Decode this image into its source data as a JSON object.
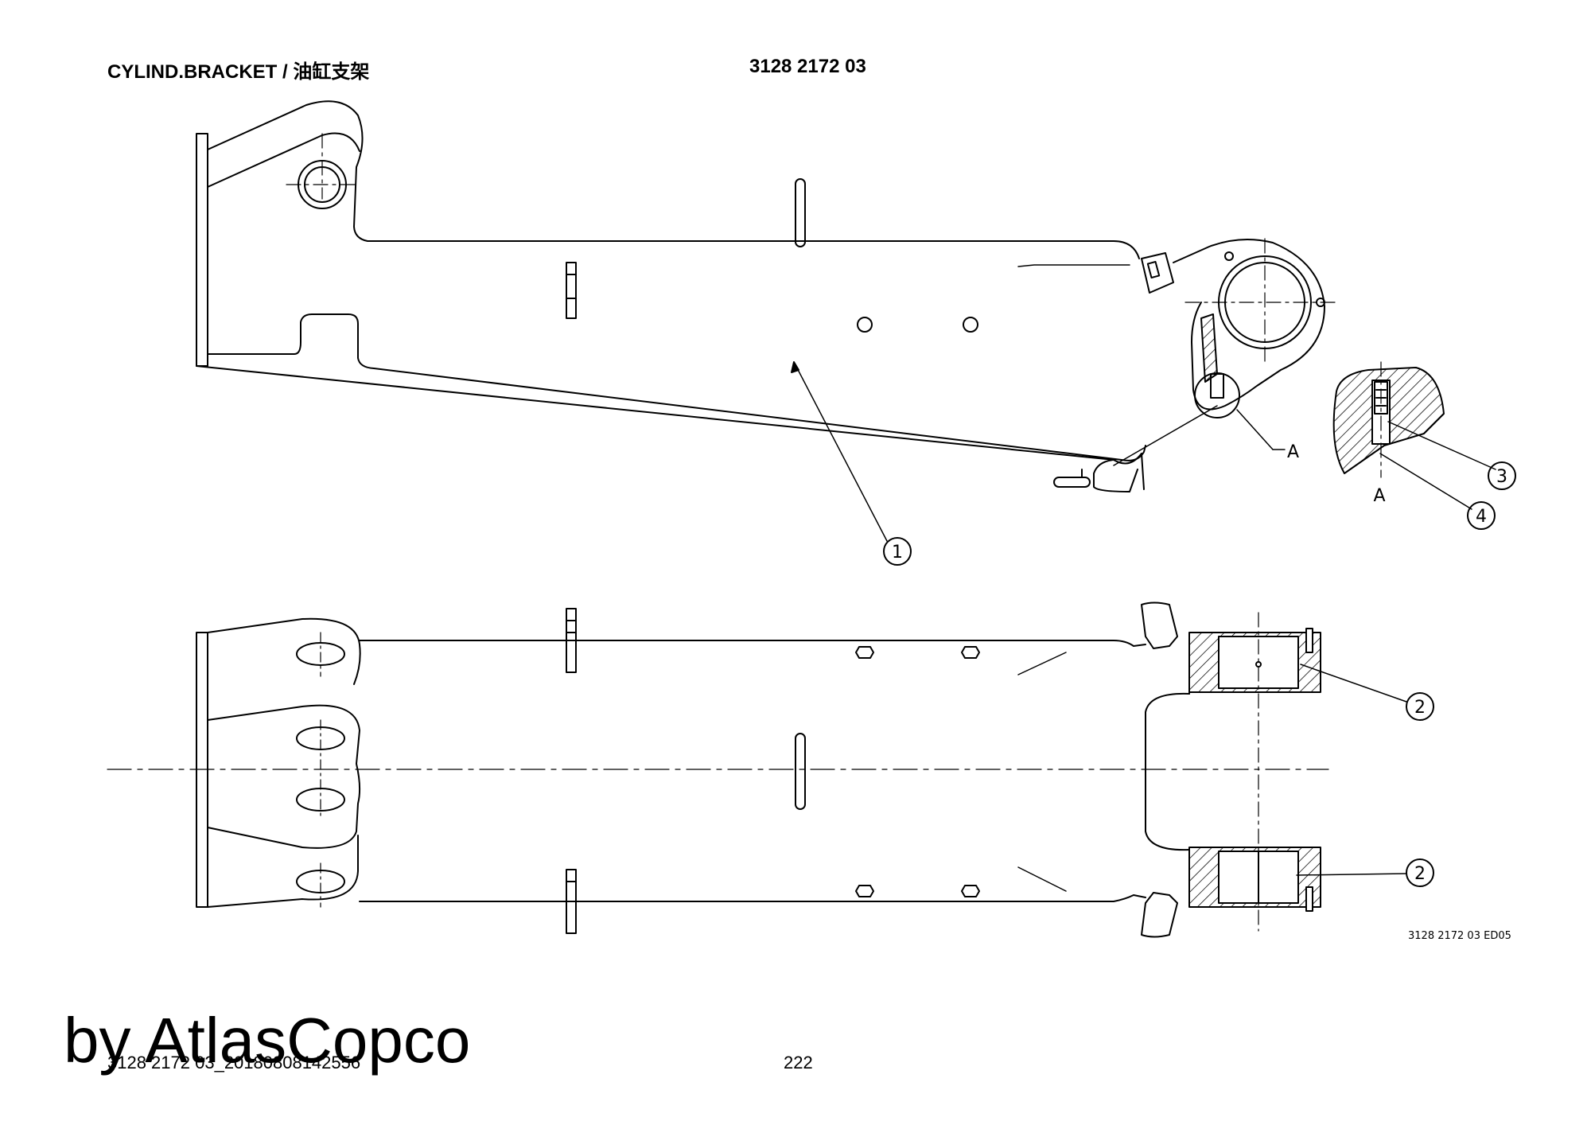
{
  "header": {
    "title": "CYLIND.BRACKET / 油缸支架",
    "part_number": "3128 2172 03"
  },
  "drawing": {
    "callouts": [
      "1",
      "2",
      "2",
      "3",
      "4"
    ],
    "section_label": "A",
    "detail_label": "A",
    "drawing_ref": "3128 2172 03 ED05"
  },
  "footer": {
    "brand": "by AtlasCopco",
    "file_id": "3128 2172 03_20180808142556",
    "page": "222"
  }
}
